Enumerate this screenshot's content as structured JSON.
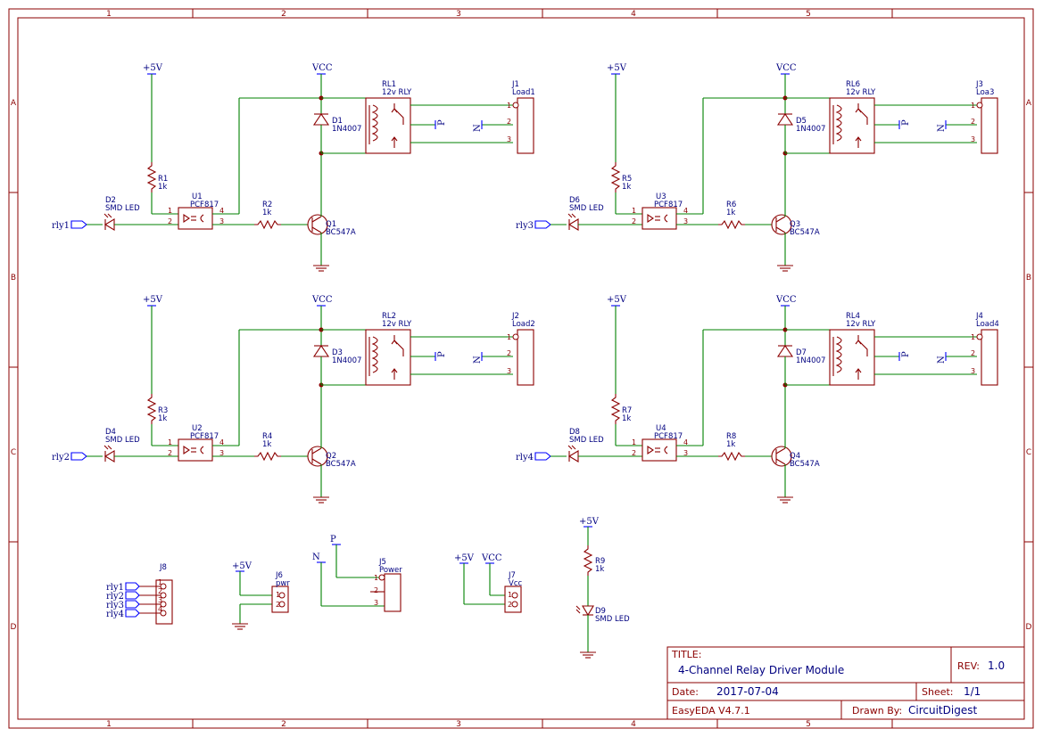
{
  "frame": {
    "columns": [
      "1",
      "2",
      "3",
      "4",
      "5"
    ],
    "rows": [
      "A",
      "B",
      "C",
      "D"
    ]
  },
  "colors": {
    "wire": "#008000",
    "part": "#8b0000",
    "power": "#0000ff",
    "label": "#000080"
  },
  "channels": [
    {
      "relay_ref": "RL1",
      "relay_val": "12v RLY",
      "diode_ref": "D1",
      "diode_val": "1N4007",
      "conn_ref": "J1",
      "conn_val": "Load1",
      "led_ref": "D2",
      "led_val": "SMD LED",
      "res_led_ref": "R1",
      "res_led_val": "1k",
      "opto_ref": "U1",
      "opto_val": "PCF817",
      "res_base_ref": "R2",
      "res_base_val": "1k",
      "tr_ref": "Q1",
      "tr_val": "BC547A",
      "net": "rly1",
      "vcc": "VCC",
      "p5v": "+5V",
      "p_label": "P",
      "n_label": "N"
    },
    {
      "relay_ref": "RL6",
      "relay_val": "12v RLY",
      "diode_ref": "D5",
      "diode_val": "1N4007",
      "conn_ref": "J3",
      "conn_val": "Loa3",
      "led_ref": "D6",
      "led_val": "SMD LED",
      "res_led_ref": "R5",
      "res_led_val": "1k",
      "opto_ref": "U3",
      "opto_val": "PCF817",
      "res_base_ref": "R6",
      "res_base_val": "1k",
      "tr_ref": "Q3",
      "tr_val": "BC547A",
      "net": "rly3",
      "vcc": "VCC",
      "p5v": "+5V",
      "p_label": "P",
      "n_label": "N"
    },
    {
      "relay_ref": "RL2",
      "relay_val": "12v RLY",
      "diode_ref": "D3",
      "diode_val": "1N4007",
      "conn_ref": "J2",
      "conn_val": "Load2",
      "led_ref": "D4",
      "led_val": "SMD LED",
      "res_led_ref": "R3",
      "res_led_val": "1k",
      "opto_ref": "U2",
      "opto_val": "PCF817",
      "res_base_ref": "R4",
      "res_base_val": "1k",
      "tr_ref": "Q2",
      "tr_val": "BC547A",
      "net": "rly2",
      "vcc": "VCC",
      "p5v": "+5V",
      "p_label": "P",
      "n_label": "N"
    },
    {
      "relay_ref": "RL4",
      "relay_val": "12v RLY",
      "diode_ref": "D7",
      "diode_val": "1N4007",
      "conn_ref": "J4",
      "conn_val": "Load4",
      "led_ref": "D8",
      "led_val": "SMD LED",
      "res_led_ref": "R7",
      "res_led_val": "1k",
      "opto_ref": "U4",
      "opto_val": "PCF817",
      "res_base_ref": "R8",
      "res_base_val": "1k",
      "tr_ref": "Q4",
      "tr_val": "BC547A",
      "net": "rly4",
      "vcc": "VCC",
      "p5v": "+5V",
      "p_label": "P",
      "n_label": "N"
    }
  ],
  "pin_numbers": {
    "p1": "1",
    "p2": "2",
    "p3": "3",
    "p4": "4"
  },
  "bottom": {
    "j8_ref": "J8",
    "j8_nets": [
      "rly1",
      "rly2",
      "rly3",
      "rly4"
    ],
    "j6_ref": "J6",
    "j6_val": "pwr",
    "j6_pwr": "+5V",
    "j5_ref": "J5",
    "j5_val": "Power",
    "j5_p": "P",
    "j5_n": "N",
    "j7_ref": "J7",
    "j7_val": "Vcc",
    "j7_pwr": "+5V",
    "j7_vcc": "VCC",
    "r9_ref": "R9",
    "r9_val": "1k",
    "d9_ref": "D9",
    "d9_val": "SMD LED",
    "r9_pwr": "+5V"
  },
  "title_block": {
    "title_label": "TITLE:",
    "title": "4-Channel Relay Driver Module",
    "rev_label": "REV:",
    "rev": "1.0",
    "date_label": "Date:",
    "date": "2017-07-04",
    "sheet_label": "Sheet:",
    "sheet": "1/1",
    "tool": "EasyEDA V4.7.1",
    "drawn_label": "Drawn By:",
    "drawn": "CircuitDigest"
  }
}
